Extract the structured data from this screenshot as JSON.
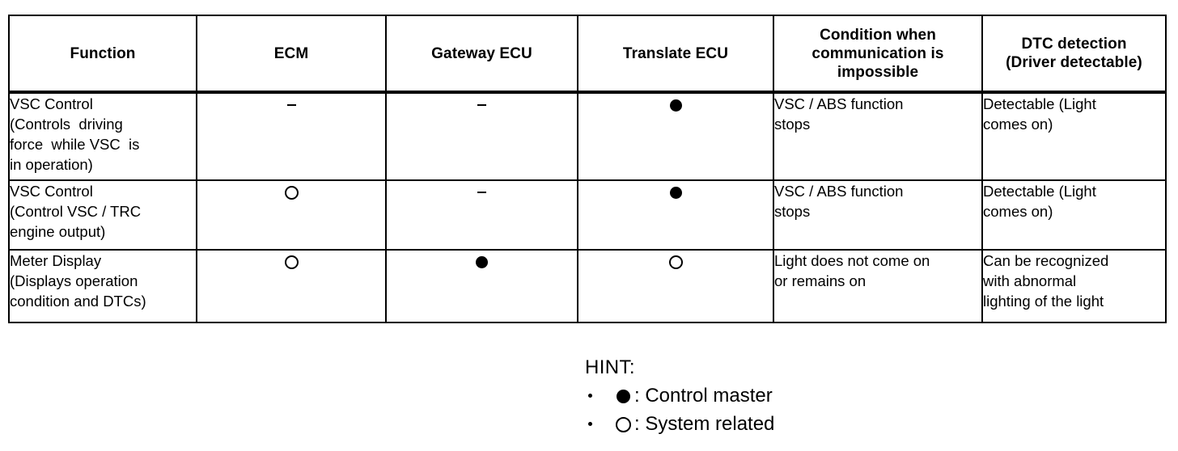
{
  "table": {
    "columns": [
      "Function",
      "ECM",
      "Gateway ECU",
      "Translate ECU",
      "Condition when communication is impossible",
      "DTC detection (Driver detectable)"
    ],
    "column_header_lines": [
      [
        "Function"
      ],
      [
        "ECM"
      ],
      [
        "Gateway ECU"
      ],
      [
        "Translate ECU"
      ],
      [
        "Condition when",
        "communication is",
        "impossible"
      ],
      [
        "DTC detection",
        "(Driver detectable)"
      ]
    ],
    "rows": [
      {
        "function_lines": [
          "VSC Control",
          "(Controls  driving",
          "force  while VSC  is",
          "in operation)"
        ],
        "ecm": "dash",
        "gateway_ecu": "dash",
        "translate_ecu": "filled",
        "condition_lines": [
          "VSC / ABS function",
          "stops"
        ],
        "dtc_lines": [
          "Detectable (Light",
          "comes on)"
        ]
      },
      {
        "function_lines": [
          "VSC Control",
          "(Control VSC / TRC",
          "engine output)"
        ],
        "ecm": "open",
        "gateway_ecu": "dash",
        "translate_ecu": "filled",
        "condition_lines": [
          "VSC / ABS function",
          "stops"
        ],
        "dtc_lines": [
          "Detectable (Light",
          "comes on)"
        ]
      },
      {
        "function_lines": [
          "Meter Display",
          "(Displays operation",
          "condition and DTCs)"
        ],
        "ecm": "open",
        "gateway_ecu": "filled",
        "translate_ecu": "open",
        "condition_lines": [
          "Light does not come on",
          "or remains on"
        ],
        "dtc_lines": [
          "Can be recognized",
          "with abnormal",
          "lighting of the light"
        ]
      }
    ]
  },
  "hint": {
    "title": "HINT:",
    "items": [
      {
        "symbol": "filled",
        "text": ": Control master"
      },
      {
        "symbol": "open",
        "text": ": System related"
      }
    ]
  },
  "colors": {
    "line": "#000000",
    "background": "#ffffff",
    "text": "#000000"
  }
}
